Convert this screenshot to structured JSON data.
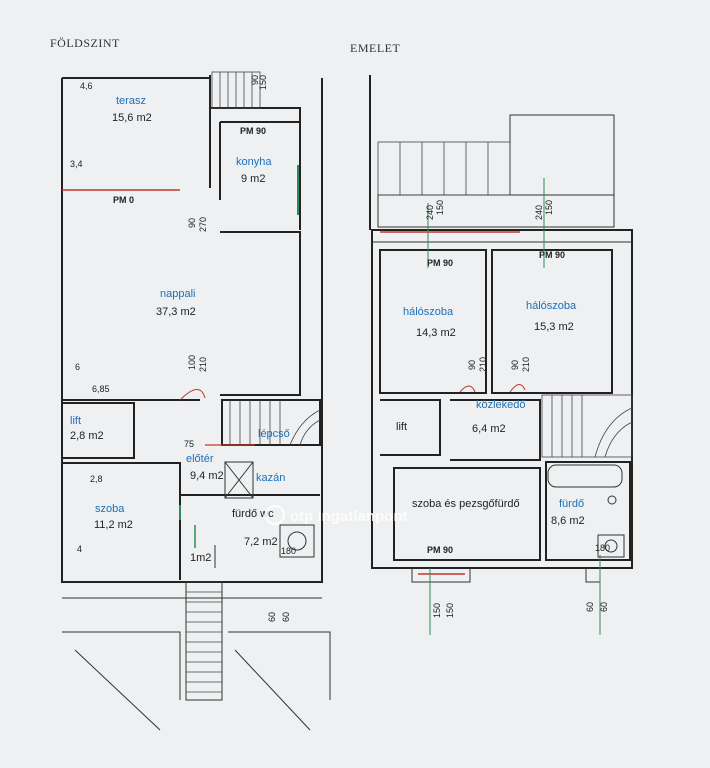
{
  "headers": {
    "ground": "FÖLDSZINT",
    "upper": "EMELET"
  },
  "ground": {
    "rooms": [
      {
        "name": "terasz",
        "area": "15,6 m2"
      },
      {
        "name": "konyha",
        "area": "9 m2"
      },
      {
        "name": "nappali",
        "area": "37,3 m2"
      },
      {
        "name": "lift",
        "area": "2,8 m2"
      },
      {
        "name": "lépcső",
        "area": ""
      },
      {
        "name": "előtér",
        "area": "9,4 m2"
      },
      {
        "name": "kazán",
        "area": ""
      },
      {
        "name": "szoba",
        "area": "11,2 m2"
      },
      {
        "name": "fürdő wc",
        "area": "7,2 m2"
      },
      {
        "name": "",
        "area": "1m2"
      }
    ],
    "labels": {
      "pm90": "PM 90",
      "pm0": "PM 0",
      "d46": "4,6",
      "d34": "3,4",
      "d6": "6",
      "d685": "6,85",
      "d28": "2,8",
      "d4": "4",
      "d75": "75",
      "d180": "180",
      "d60a": "60",
      "d60b": "60",
      "d90a": "90",
      "d270": "270",
      "d100": "100",
      "d210": "210",
      "d90top": "90",
      "d150top": "150"
    }
  },
  "upper": {
    "rooms": [
      {
        "name": "hálószoba",
        "area": "14,3 m2"
      },
      {
        "name": "hálószoba",
        "area": "15,3 m2"
      },
      {
        "name": "közlekedő",
        "area": "6,4 m2"
      },
      {
        "name": "lift",
        "area": ""
      },
      {
        "name": "szoba és pezsgőfürdő",
        "area": ""
      },
      {
        "name": "fürdő",
        "area": "8,6 m2"
      }
    ],
    "labels": {
      "pm90a": "PM 90",
      "pm90b": "PM 90",
      "pm90c": "PM 90",
      "d150a": "150",
      "d150b": "150",
      "d60a": "60",
      "d60b": "60",
      "d180": "180",
      "d240a": "240",
      "d150c": "150",
      "d240b": "240",
      "d150d": "150",
      "d90a": "90",
      "d210a": "210",
      "d90b": "90",
      "d210b": "210"
    }
  },
  "watermark": "otp Ingatlanpont",
  "colors": {
    "room_label": "#1e6fb8",
    "door": "#c0392b",
    "window": "#2e8b57",
    "wall": "#222222"
  }
}
